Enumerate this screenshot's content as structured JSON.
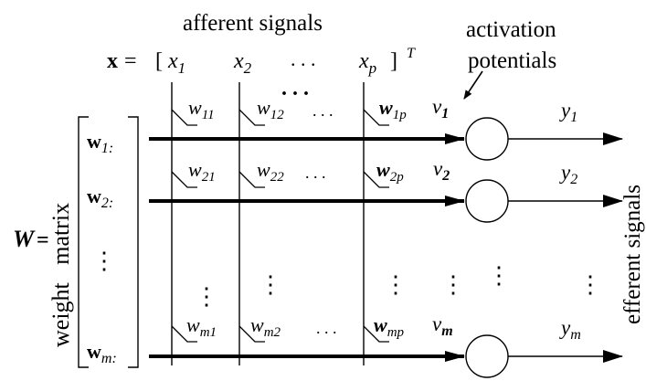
{
  "header": {
    "afferent": "afferent signals",
    "vector_bold": "x",
    "vector_eq": "=",
    "open_bracket": "[",
    "x_inputs": [
      {
        "base": "x",
        "sub": "1"
      },
      {
        "base": "x",
        "sub": "2"
      },
      {
        "base": "x",
        "sub": "p"
      }
    ],
    "hdots": ". . .",
    "close_bracket": "]",
    "transpose": "T",
    "activation_line1": "activation",
    "activation_line2": "potentials"
  },
  "left": {
    "W": "W",
    "eq": "=",
    "rotated_label": "weight   matrix",
    "rows": [
      {
        "base": "w",
        "sub": "1:"
      },
      {
        "base": "w",
        "sub": "2:"
      },
      {
        "base": "w",
        "sub": "m:"
      }
    ]
  },
  "rows": [
    {
      "weights": [
        {
          "base": "w",
          "sub": "11"
        },
        {
          "base": "w",
          "sub": "12"
        },
        {
          "base": "w",
          "sub": "1p"
        }
      ],
      "dots": ". . .",
      "v": {
        "base": "v",
        "sub": "1"
      },
      "y": {
        "base": "y",
        "sub": "1"
      }
    },
    {
      "weights": [
        {
          "base": "w",
          "sub": "21"
        },
        {
          "base": "w",
          "sub": "22"
        },
        {
          "base": "w",
          "sub": "2p"
        }
      ],
      "dots": ". . .",
      "v": {
        "base": "v",
        "sub": "2"
      },
      "y": {
        "base": "y",
        "sub": "2"
      }
    },
    {
      "weights": [
        {
          "base": "w",
          "sub": "m1"
        },
        {
          "base": "w",
          "sub": "m2"
        },
        {
          "base": "w",
          "sub": "mp"
        }
      ],
      "dots": ". . .",
      "v": {
        "base": "v",
        "sub": "m"
      },
      "y": {
        "base": "y",
        "sub": "m"
      }
    }
  ],
  "right": {
    "efferent": "efferent signals"
  },
  "misc": {
    "dots_row": ". . .",
    "vdots": "⋮"
  }
}
